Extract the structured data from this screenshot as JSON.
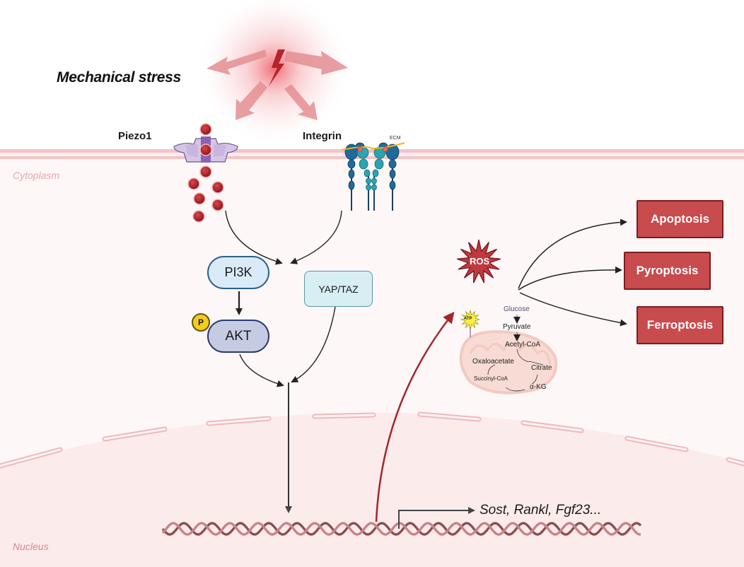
{
  "diagram": {
    "stimulus": {
      "label": "Mechanical stress",
      "icon": "lightning-bolt-icon"
    },
    "compartments": {
      "cytoplasm": "Cytoplasm",
      "nucleus": "Nucleus"
    },
    "receptors": {
      "piezo1": {
        "label": "Piezo1",
        "icon": "ion-channel-icon"
      },
      "integrin": {
        "label": "Integrin",
        "icon": "integrin-receptor-icon",
        "ecm_label": "ECM"
      }
    },
    "signaling": {
      "pi3k": "PI3K",
      "akt": "AKT",
      "phospho": "P",
      "yap_taz": "YAP/TAZ"
    },
    "mitochondria": {
      "ros": "ROS",
      "atp": "ATP",
      "metabolites": {
        "glucose": "Glucose",
        "pyruvate": "Pyruvate",
        "acetyl_coa": "Acetyl-CoA",
        "oxaloacetate": "Oxaloacetate",
        "citrate": "Citrate",
        "succinyl_coa": "Succinyl-CoA",
        "akg": "α-KG"
      }
    },
    "cell_fates": [
      "Apoptosis",
      "Pyroptosis",
      "Ferroptosis"
    ],
    "target_genes": "Sost, Rankl, Fgf23...",
    "colors": {
      "membrane": "#f2c4c6",
      "cytoplasm_bg": "#fdf7f7",
      "nucleus_bg": "#fcebeb",
      "fate_box": "#c84b4e",
      "ros": "#c0393e",
      "ca_ion": "#b3252a",
      "ros_arrow": "#a3262d"
    }
  }
}
